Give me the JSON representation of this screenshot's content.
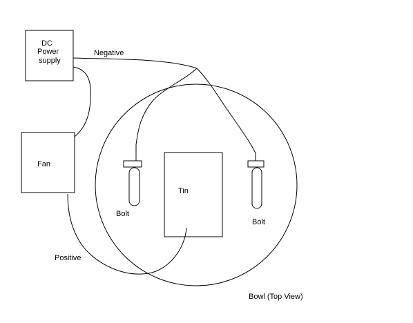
{
  "diagram": {
    "power_supply": {
      "line1": "DC",
      "line2": "Power",
      "line3": "supply"
    },
    "fan": {
      "label": "Fan"
    },
    "tin": {
      "label": "Tin"
    },
    "bolt_left": {
      "label": "Bolt"
    },
    "bolt_right": {
      "label": "Bolt"
    },
    "bowl": {
      "label": "Bowl (Top View)"
    },
    "wire_negative": {
      "label": "Negative"
    },
    "wire_positive": {
      "label": "Positive"
    }
  },
  "colors": {
    "stroke": "#000000",
    "background": "#ffffff"
  }
}
